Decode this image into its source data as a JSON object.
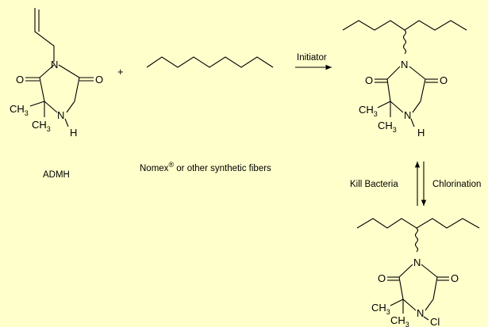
{
  "colors": {
    "background": "#ffffcc",
    "ink": "#000000"
  },
  "atoms": {
    "N": "N",
    "O": "O",
    "H": "H",
    "Cl": "Cl",
    "C": "CH",
    "three": "3"
  },
  "operators": {
    "plus": "+"
  },
  "labels": {
    "admh": "ADMH",
    "nomex_prefix": "Nomex",
    "registered": "®",
    "nomex_suffix": " or other synthetic fibers",
    "initiator": "Initiator",
    "kill_bacteria": "Kill Bacteria",
    "chlorination": "Chlorination"
  }
}
